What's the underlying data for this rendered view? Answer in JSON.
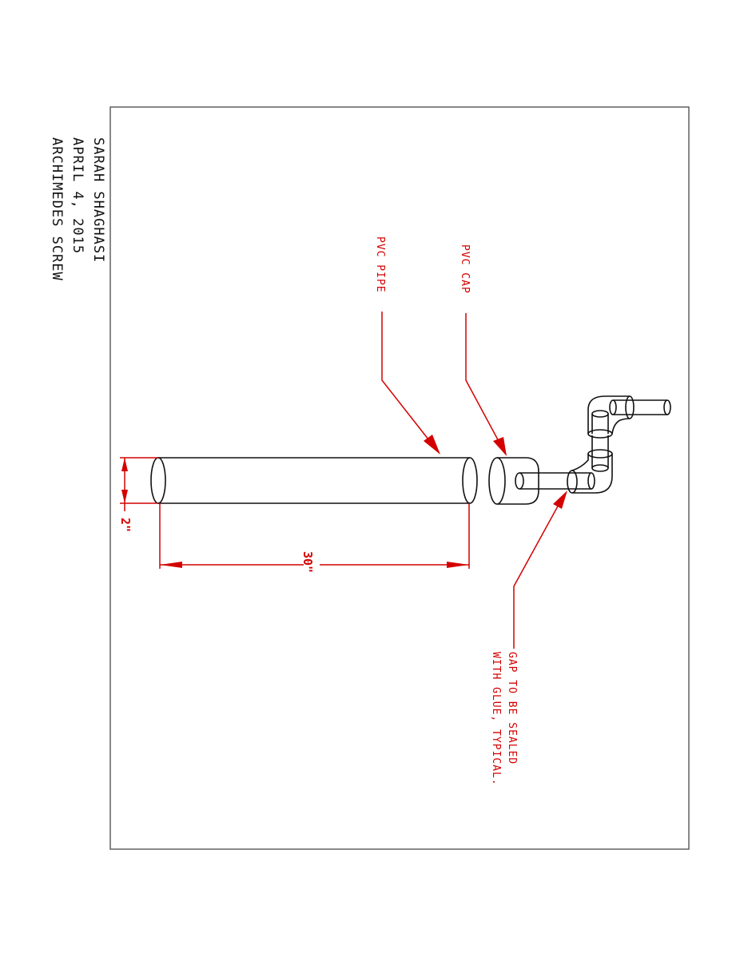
{
  "title_block": {
    "author": "SARAH SHAGHASI",
    "date": "APRIL 4, 2015",
    "project": "ARCHIMEDES SCREW"
  },
  "labels": {
    "pvc_pipe": "PVC PIPE",
    "pvc_cap": "PVC CAP",
    "gap_note_line1": "GAP TO BE SEALED",
    "gap_note_line2": "WITH GLUE, TYPICAL."
  },
  "dimensions": {
    "pipe_diameter": "2\"",
    "pipe_length": "30\""
  },
  "colors": {
    "annotation": "#d40000",
    "linework": "#111111",
    "frame": "#555555"
  },
  "orientation": "rotated 90 degrees clockwise (landscape drawing on portrait sheet)"
}
